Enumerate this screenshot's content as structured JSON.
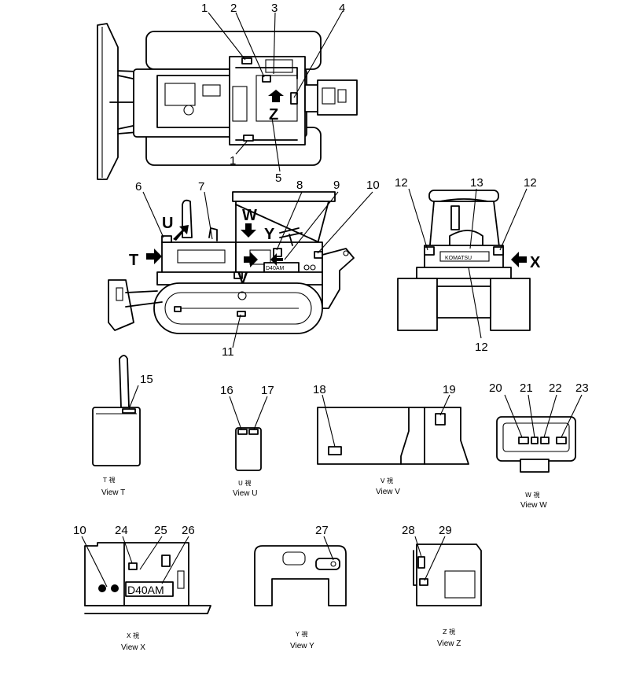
{
  "callouts": [
    "1",
    "2",
    "3",
    "4",
    "1",
    "5",
    "6",
    "7",
    "8",
    "9",
    "10",
    "12",
    "13",
    "12",
    "11",
    "12",
    "15",
    "16",
    "17",
    "18",
    "19",
    "20",
    "21",
    "22",
    "23",
    "10",
    "24",
    "25",
    "26",
    "27",
    "28",
    "29"
  ],
  "view_letters": [
    "U",
    "W",
    "Y",
    "T",
    "V",
    "X"
  ],
  "plate_text": "D40AM",
  "plate_text_small": "D40AM",
  "brand_text": "KOMATSU",
  "captions": [
    {
      "kanji": "T 視",
      "label": "View T"
    },
    {
      "kanji": "U 視",
      "label": "View U"
    },
    {
      "kanji": "V 視",
      "label": "View V"
    },
    {
      "kanji": "W 視",
      "label": "View W"
    },
    {
      "kanji": "X 視",
      "label": "View X"
    },
    {
      "kanji": "Y 視",
      "label": "View Y"
    },
    {
      "kanji": "Z 視",
      "label": "View Z"
    }
  ],
  "colors": {
    "line": "#000000",
    "background": "#ffffff"
  }
}
